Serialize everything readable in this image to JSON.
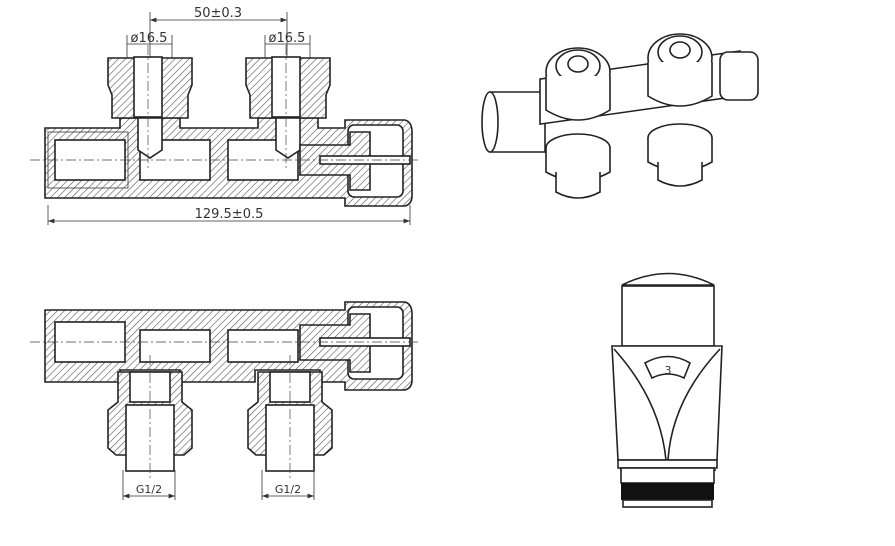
{
  "top_section_view": {
    "dimension_spacing": "50±0.3",
    "dimension_port_left": "ø16.5",
    "dimension_port_right": "ø16.5",
    "dimension_length": "129.5±0.5"
  },
  "bottom_section_view": {
    "thread_left": "G1/2",
    "thread_right": "G1/2"
  },
  "thermostat_head": {
    "dial_setting": "3"
  },
  "colors": {
    "line": "#222222",
    "background": "#ffffff"
  }
}
